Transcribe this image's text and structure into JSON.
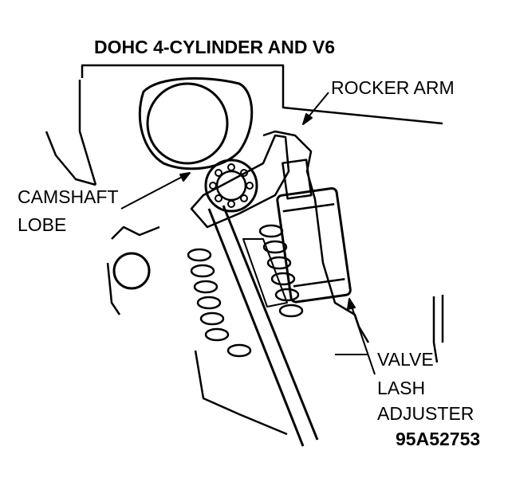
{
  "title": "DOHC 4-CYLINDER AND V6",
  "labels": {
    "rocker_arm": "ROCKER ARM",
    "camshaft_lobe_line1": "CAMSHAFT",
    "camshaft_lobe_line2": "LOBE",
    "valve_lash_line1": "VALVE",
    "valve_lash_line2": "LASH",
    "valve_lash_line3": "ADJUSTER"
  },
  "figure_id": "95A52753"
}
